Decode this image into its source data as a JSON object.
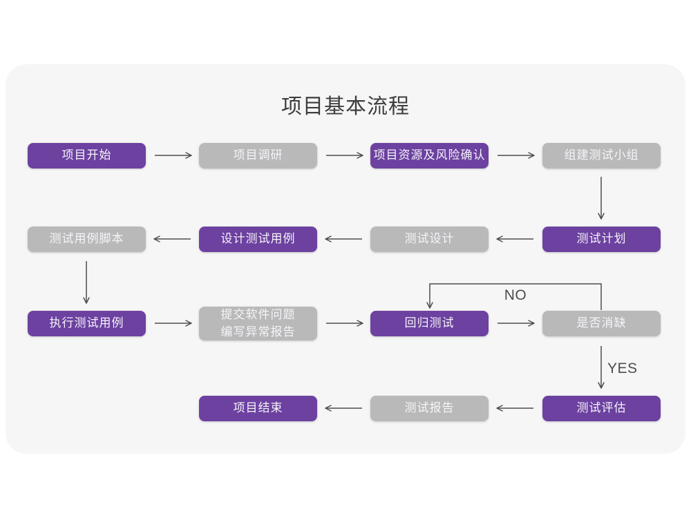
{
  "title": "项目基本流程",
  "decision_labels": {
    "no": "NO",
    "yes": "YES"
  },
  "colors": {
    "page_bg": "#ffffff",
    "card_bg": "#f6f6f6",
    "node_purple": "#6c41a0",
    "node_gray": "#b9b9b9",
    "node_text": "#f6f4f9",
    "arrow": "#4c4c4c",
    "title_text": "#3d3d3d"
  },
  "nodes": [
    {
      "label": "项目开始",
      "variant": "purple"
    },
    {
      "label": "项目调研",
      "variant": "gray"
    },
    {
      "label": "项目资源及风险确认",
      "variant": "purple"
    },
    {
      "label": "组建测试小组",
      "variant": "gray"
    },
    {
      "label": "测试计划",
      "variant": "purple"
    },
    {
      "label": "测试设计",
      "variant": "gray"
    },
    {
      "label": "设计测试用例",
      "variant": "purple"
    },
    {
      "label": "测试用例脚本",
      "variant": "gray"
    },
    {
      "label": "执行测试用例",
      "variant": "purple"
    },
    {
      "label": "提交软件问题\n编写异常报告",
      "variant": "gray"
    },
    {
      "label": "回归测试",
      "variant": "purple"
    },
    {
      "label": "是否消缺",
      "variant": "gray"
    },
    {
      "label": "测试评估",
      "variant": "purple"
    },
    {
      "label": "测试报告",
      "variant": "gray"
    },
    {
      "label": "项目结束",
      "variant": "purple"
    }
  ],
  "edges": [
    {
      "from": 0,
      "to": 1,
      "label": ""
    },
    {
      "from": 1,
      "to": 2,
      "label": ""
    },
    {
      "from": 2,
      "to": 3,
      "label": ""
    },
    {
      "from": 3,
      "to": 4,
      "label": ""
    },
    {
      "from": 4,
      "to": 5,
      "label": ""
    },
    {
      "from": 5,
      "to": 6,
      "label": ""
    },
    {
      "from": 6,
      "to": 7,
      "label": ""
    },
    {
      "from": 7,
      "to": 8,
      "label": ""
    },
    {
      "from": 8,
      "to": 9,
      "label": ""
    },
    {
      "from": 9,
      "to": 10,
      "label": ""
    },
    {
      "from": 10,
      "to": 11,
      "label": ""
    },
    {
      "from": 11,
      "to": 10,
      "label": "NO"
    },
    {
      "from": 11,
      "to": 12,
      "label": "YES"
    },
    {
      "from": 12,
      "to": 13,
      "label": ""
    },
    {
      "from": 13,
      "to": 14,
      "label": ""
    }
  ]
}
